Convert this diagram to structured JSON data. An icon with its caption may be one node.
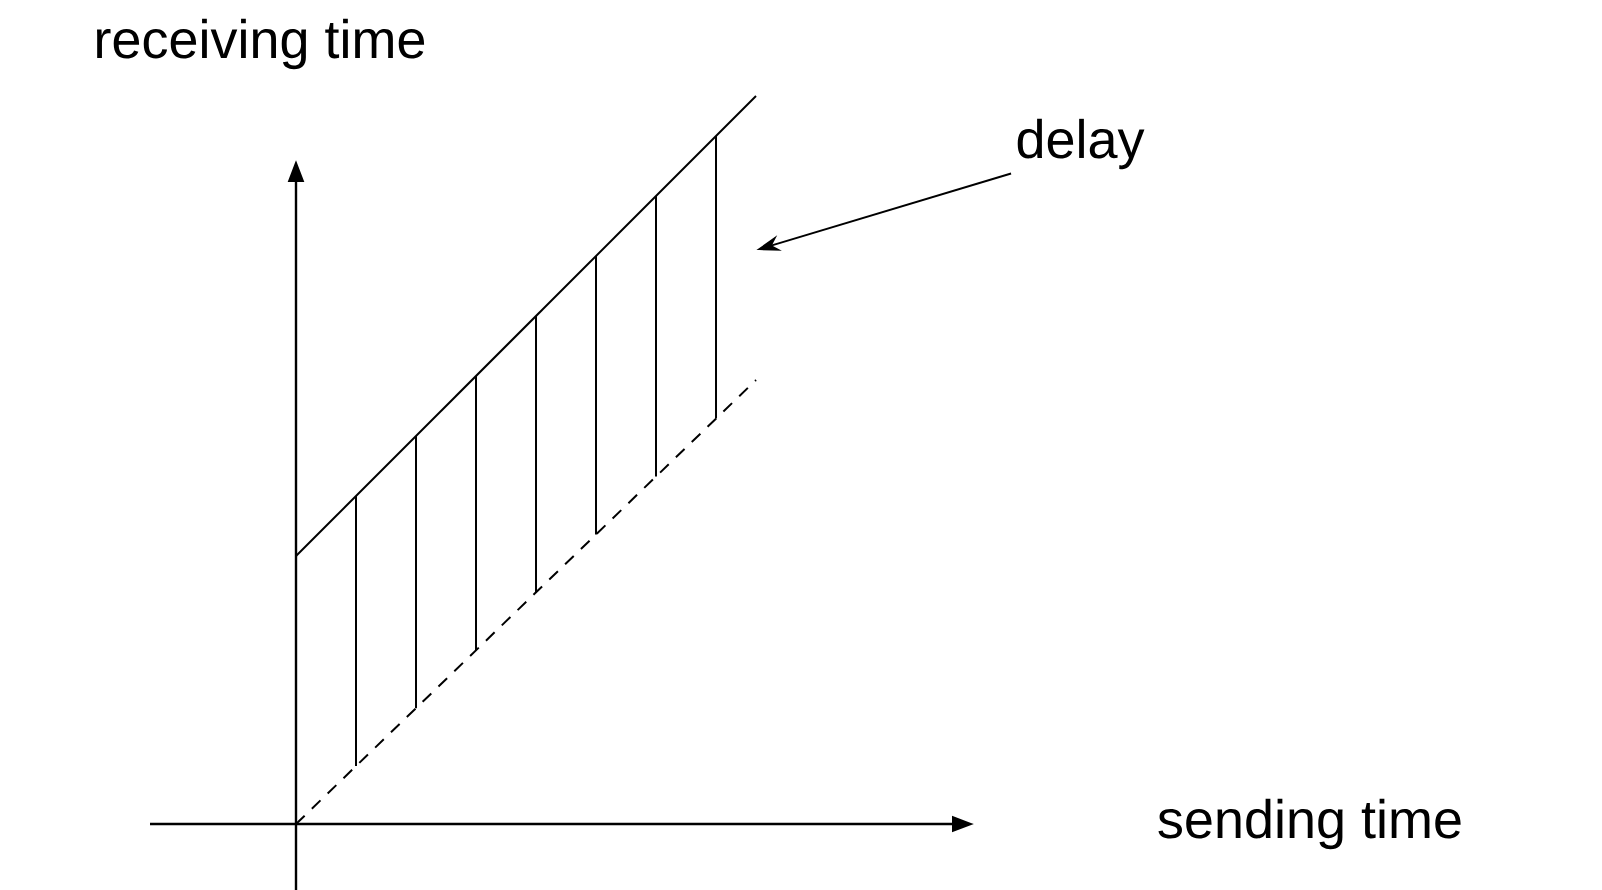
{
  "diagram": {
    "nodes": [
      {
        "text": [
          "delay"
        ]
      },
      {
        "text": [],
        "shape": "picture"
      }
    ],
    "edges": [
      {
        "from": 0,
        "to": 1,
        "arrow": "to"
      }
    ],
    "labels": [
      "receiving time",
      "sending time"
    ]
  }
}
